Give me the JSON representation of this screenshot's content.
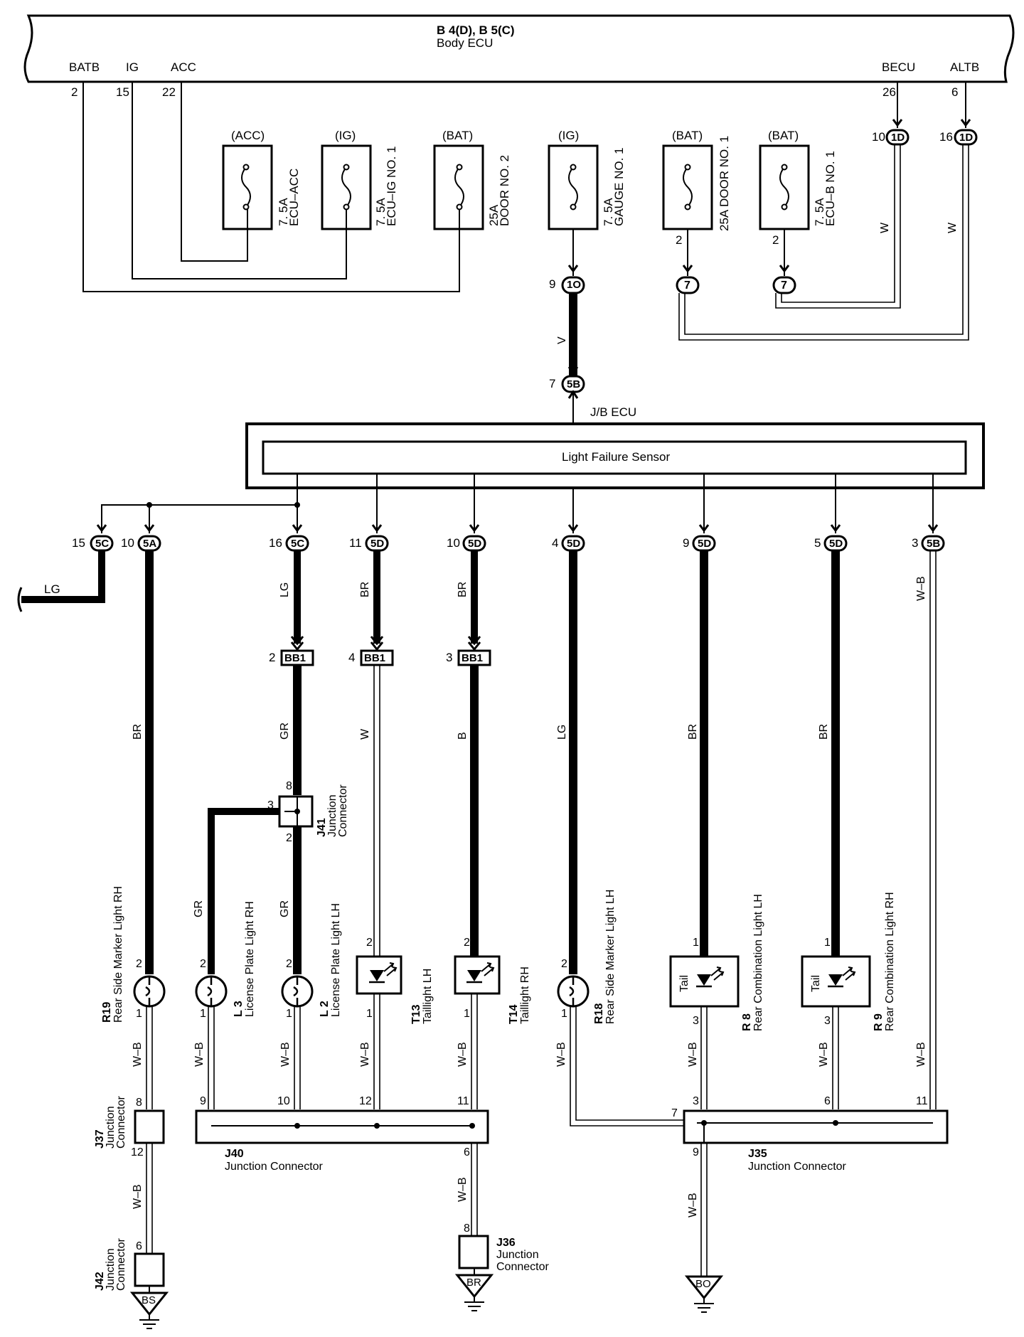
{
  "ecu": {
    "code": "B 4(D), B 5(C)",
    "name": "Body ECU",
    "pins": [
      {
        "label": "BATB",
        "num": "2"
      },
      {
        "label": "IG",
        "num": "15"
      },
      {
        "label": "ACC",
        "num": "22"
      },
      {
        "label": "BECU",
        "num": "26"
      },
      {
        "label": "ALTB",
        "num": "6"
      }
    ]
  },
  "fuses": [
    {
      "supply": "(ACC)",
      "rating": "7. 5A",
      "name": "ECU–ACC"
    },
    {
      "supply": "(IG)",
      "rating": "7. 5A",
      "name": "ECU–IG NO. 1"
    },
    {
      "supply": "(BAT)",
      "rating": "25A",
      "name": "DOOR NO. 2"
    },
    {
      "supply": "(IG)",
      "rating": "7. 5A",
      "name": "GAUGE NO. 1"
    },
    {
      "supply": "(BAT)",
      "rating": "25A DOOR NO. 1",
      "name": "",
      "out": "2"
    },
    {
      "supply": "(BAT)",
      "rating": "7. 5A",
      "name": "ECU–B NO. 1",
      "out": "2"
    }
  ],
  "connectors_top": [
    {
      "num": "10",
      "code": "1D"
    },
    {
      "num": "16",
      "code": "1D"
    },
    {
      "num": "9",
      "code": "1O"
    },
    {
      "num": "",
      "code": "7"
    },
    {
      "num": "",
      "code": "7"
    },
    {
      "num": "7",
      "code": "5B"
    }
  ],
  "jb": {
    "title": "J/B ECU",
    "sensor": "Light Failure Sensor"
  },
  "jb_outputs": [
    {
      "num": "15",
      "code": "5C"
    },
    {
      "num": "10",
      "code": "5A"
    },
    {
      "num": "16",
      "code": "5C"
    },
    {
      "num": "11",
      "code": "5D"
    },
    {
      "num": "10",
      "code": "5D"
    },
    {
      "num": "4",
      "code": "5D"
    },
    {
      "num": "9",
      "code": "5D"
    },
    {
      "num": "5",
      "code": "5D"
    },
    {
      "num": "3",
      "code": "5B"
    }
  ],
  "bb1": [
    {
      "num": "2",
      "code": "BB1"
    },
    {
      "num": "4",
      "code": "BB1"
    },
    {
      "num": "3",
      "code": "BB1"
    }
  ],
  "wire_colors": {
    "w_becu": "W",
    "w_altb": "W",
    "v": "V",
    "lg_exit": "LG",
    "br_r19": "BR",
    "lg_c3": "LG",
    "br_c4": "BR",
    "br_c5": "BR",
    "gr_j41": "GR",
    "w_t13": "W",
    "b_t14": "B",
    "lg_r18": "LG",
    "br_r8": "BR",
    "br_r9": "BR",
    "wb_c9": "W–B",
    "gr_l3": "GR",
    "gr_l2": "GR",
    "wb_r19": "W–B",
    "wb_l3": "W–B",
    "wb_l2": "W–B",
    "wb_t13": "W–B",
    "wb_t14": "W–B",
    "wb_r18": "W–B",
    "wb_r8": "W–B",
    "wb_r9": "W–B",
    "wb_r9b": "W–B",
    "wb_j37": "W–B",
    "wb_j40": "W–B",
    "wb_j35": "W–B"
  },
  "j41": {
    "code": "J41",
    "name": "Junction\nConnector",
    "pins": [
      "8",
      "3",
      "2"
    ]
  },
  "lights": [
    {
      "code": "R19",
      "name": "Rear Side Marker Light RH",
      "pins": [
        "2",
        "1"
      ]
    },
    {
      "code": "L 3",
      "name": "License Plate Light RH",
      "pins": [
        "2",
        "1"
      ]
    },
    {
      "code": "L 2",
      "name": "License Plate Light LH",
      "pins": [
        "2",
        "1"
      ]
    },
    {
      "code": "T13",
      "name": "Taillight LH",
      "pins": [
        "2",
        "1"
      ]
    },
    {
      "code": "T14",
      "name": "Taillight RH",
      "pins": [
        "2",
        "1"
      ]
    },
    {
      "code": "R18",
      "name": "Rear Side Marker Light LH",
      "pins": [
        "2",
        "1"
      ]
    },
    {
      "code": "R 8",
      "name": "Rear Combination Light LH",
      "pins": [
        "1",
        "3"
      ],
      "inner": "Tail"
    },
    {
      "code": "R 9",
      "name": "Rear Combination Light RH",
      "pins": [
        "1",
        "3"
      ],
      "inner": "Tail"
    }
  ],
  "junctions": {
    "j37": {
      "code": "J37",
      "name": "Junction\nConnector",
      "pins": [
        "8",
        "12"
      ]
    },
    "j40": {
      "code": "J40",
      "name": "Junction Connector",
      "pins": [
        "9",
        "10",
        "12",
        "11",
        "6"
      ]
    },
    "j35": {
      "code": "J35",
      "name": "Junction Connector",
      "pins": [
        "7",
        "3",
        "6",
        "11",
        "9"
      ]
    },
    "j36": {
      "code": "J36",
      "name": "Junction\nConnector",
      "pins": [
        "8"
      ]
    },
    "j42": {
      "code": "J42",
      "name": "Junction\nConnector",
      "pins": [
        "6"
      ]
    }
  },
  "grounds": [
    "BS",
    "BR",
    "BO"
  ]
}
